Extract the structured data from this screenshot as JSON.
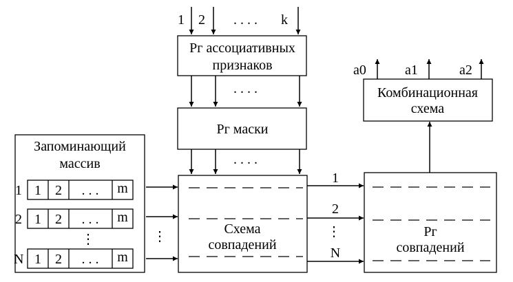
{
  "inputs": {
    "labels": [
      "1",
      "2",
      "k"
    ],
    "ellipsis": ". . . ."
  },
  "assoc_register": {
    "line1": "Рг ассоциативных",
    "line2": "признаков"
  },
  "between_dots": ". . . .",
  "mask_register": {
    "label": "Рг маски"
  },
  "memory": {
    "title_line1": "Запоминающий",
    "title_line2": "массив",
    "rows": [
      {
        "label": "1",
        "cells": [
          "1",
          "2",
          ". . .",
          "m"
        ]
      },
      {
        "label": "2",
        "cells": [
          "1",
          "2",
          ". . .",
          "m"
        ]
      },
      {
        "label": "N",
        "cells": [
          "1",
          "2",
          ". . .",
          "m"
        ]
      }
    ],
    "vertical_dots": "⋮"
  },
  "match_scheme": {
    "line1": "Схема",
    "line2": "совпадений"
  },
  "match_register": {
    "line1": "Рг",
    "line2": "совпадений"
  },
  "bus_labels": [
    "1",
    "2",
    "N"
  ],
  "bus_dots": "⋮",
  "side_dots": "⋮",
  "combinational": {
    "line1": "Комбинационная",
    "line2": "схема"
  },
  "outputs": [
    "a0",
    "a1",
    "a2"
  ]
}
